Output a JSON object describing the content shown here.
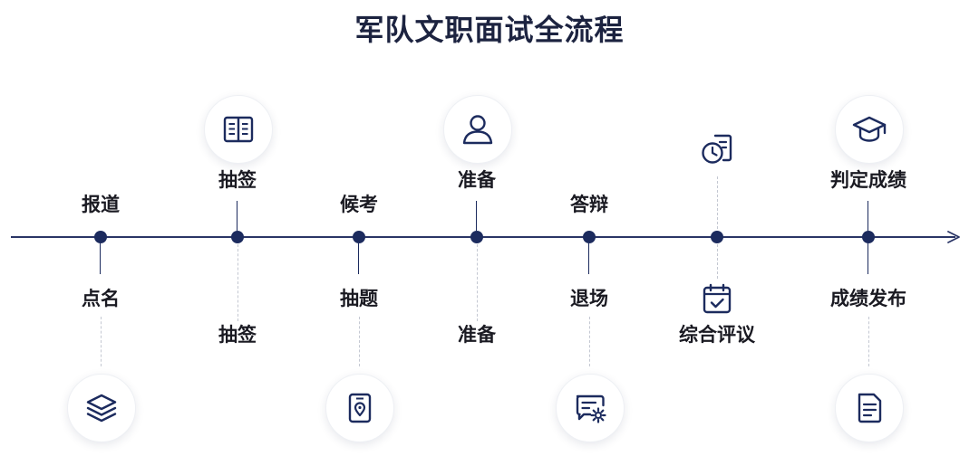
{
  "title": "军队文职面试全流程",
  "steps": [
    {
      "label_above": "报道",
      "label_below": "点名",
      "icon": "layers-icon"
    },
    {
      "label_above": "抽签",
      "label_below": "抽签",
      "icon": "book-icon"
    },
    {
      "label_above": "候考",
      "label_below": "抽题",
      "icon": "tablet-location-icon"
    },
    {
      "label_above": "准备",
      "label_below": "准备",
      "icon": "user-icon"
    },
    {
      "label_above": "答辩",
      "label_below": "退场",
      "icon": "chat-settings-icon"
    },
    {
      "label_above": "",
      "label_below": "综合评议",
      "icon_above": "document-clock-icon",
      "icon_below": "calendar-check-icon"
    },
    {
      "label_above": "判定成绩",
      "label_below": "成绩发布",
      "icon_above": "graduation-cap-icon",
      "icon_below": "document-lines-icon"
    }
  ],
  "colors": {
    "axis": "#2a3566",
    "dot": "#1c2b5e",
    "title": "#1c2340",
    "connector_dashed": "#c4c8d2"
  }
}
